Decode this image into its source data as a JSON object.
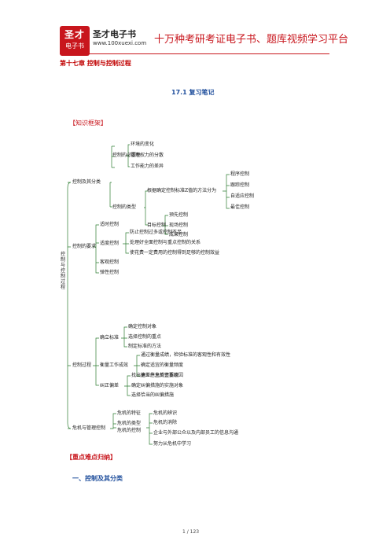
{
  "header": {
    "logo_line1": "圣才",
    "logo_line2": "电子书",
    "brand_name": "圣才电子书",
    "brand_url": "www.100xuexi.com",
    "slogan": "十万种考研考证电子书、题库视频学习平台"
  },
  "chapter_title": "第十七章   控制与控制过程",
  "section_title": "17.1    复习笔记",
  "knowledge_frame": "【知识框架】",
  "tree": {
    "root": "控制与控制过程",
    "b1": {
      "label": "控制及其分类",
      "necessity": {
        "label": "控制的必要性",
        "items": [
          "环境的变化",
          "管理权力的分散",
          "工作能力的差异"
        ]
      },
      "types": {
        "label": "控制的类型",
        "by_z": {
          "label": "根据确定控制标准Z值的方法分为",
          "items": [
            "程序控制",
            "跟踪控制",
            "自适应控制",
            "最佳控制"
          ]
        },
        "by_goal": {
          "label": "目标控制",
          "items": [
            "预先控制",
            "现场控制",
            "成果控制"
          ]
        }
      }
    },
    "b2": {
      "label": "控制的要求",
      "items": [
        "适时控制",
        "适度控制",
        "客观控制",
        "弹性控制"
      ],
      "moderate": [
        "防止控制过多或控制不足",
        "处理好全面控制与重点控制的关系",
        "使花费一定费用的控制得到足够的控制效益"
      ]
    },
    "b3": {
      "label": "控制过程",
      "standard": {
        "label": "确立标准",
        "items": [
          "确定控制对象",
          "选择控制的重点",
          "制定标准的方法"
        ]
      },
      "measure": {
        "label": "衡量工作成效",
        "items": [
          "通过衡量成绩，检验标准的客观性和有效性",
          "确定适宜的衡量频度",
          "建立信息反馈系统"
        ]
      },
      "correct": {
        "label": "纠正偏差",
        "items": [
          "找出偏差产生的主要原因",
          "确定纠偏措施的实施对象",
          "选择恰当的纠偏措施"
        ]
      }
    },
    "b4": {
      "label": "危机与管理控制",
      "items": [
        "危机的特征",
        "危机的类型",
        "危机的控制"
      ],
      "control": [
        "危机的辨识",
        "危机的消除",
        "企业与外部公众以及内部员工的信息沟通",
        "努力从危机中学习"
      ]
    }
  },
  "key_points": "【重点难点归纳】",
  "subsection": "一、控制及其分类",
  "page_number": "1 / 123",
  "colors": {
    "brand_red": "#c8161d",
    "section_blue": "#1f4e9c",
    "chapter_red": "#c00000",
    "tree_line": "#2e7d32"
  }
}
